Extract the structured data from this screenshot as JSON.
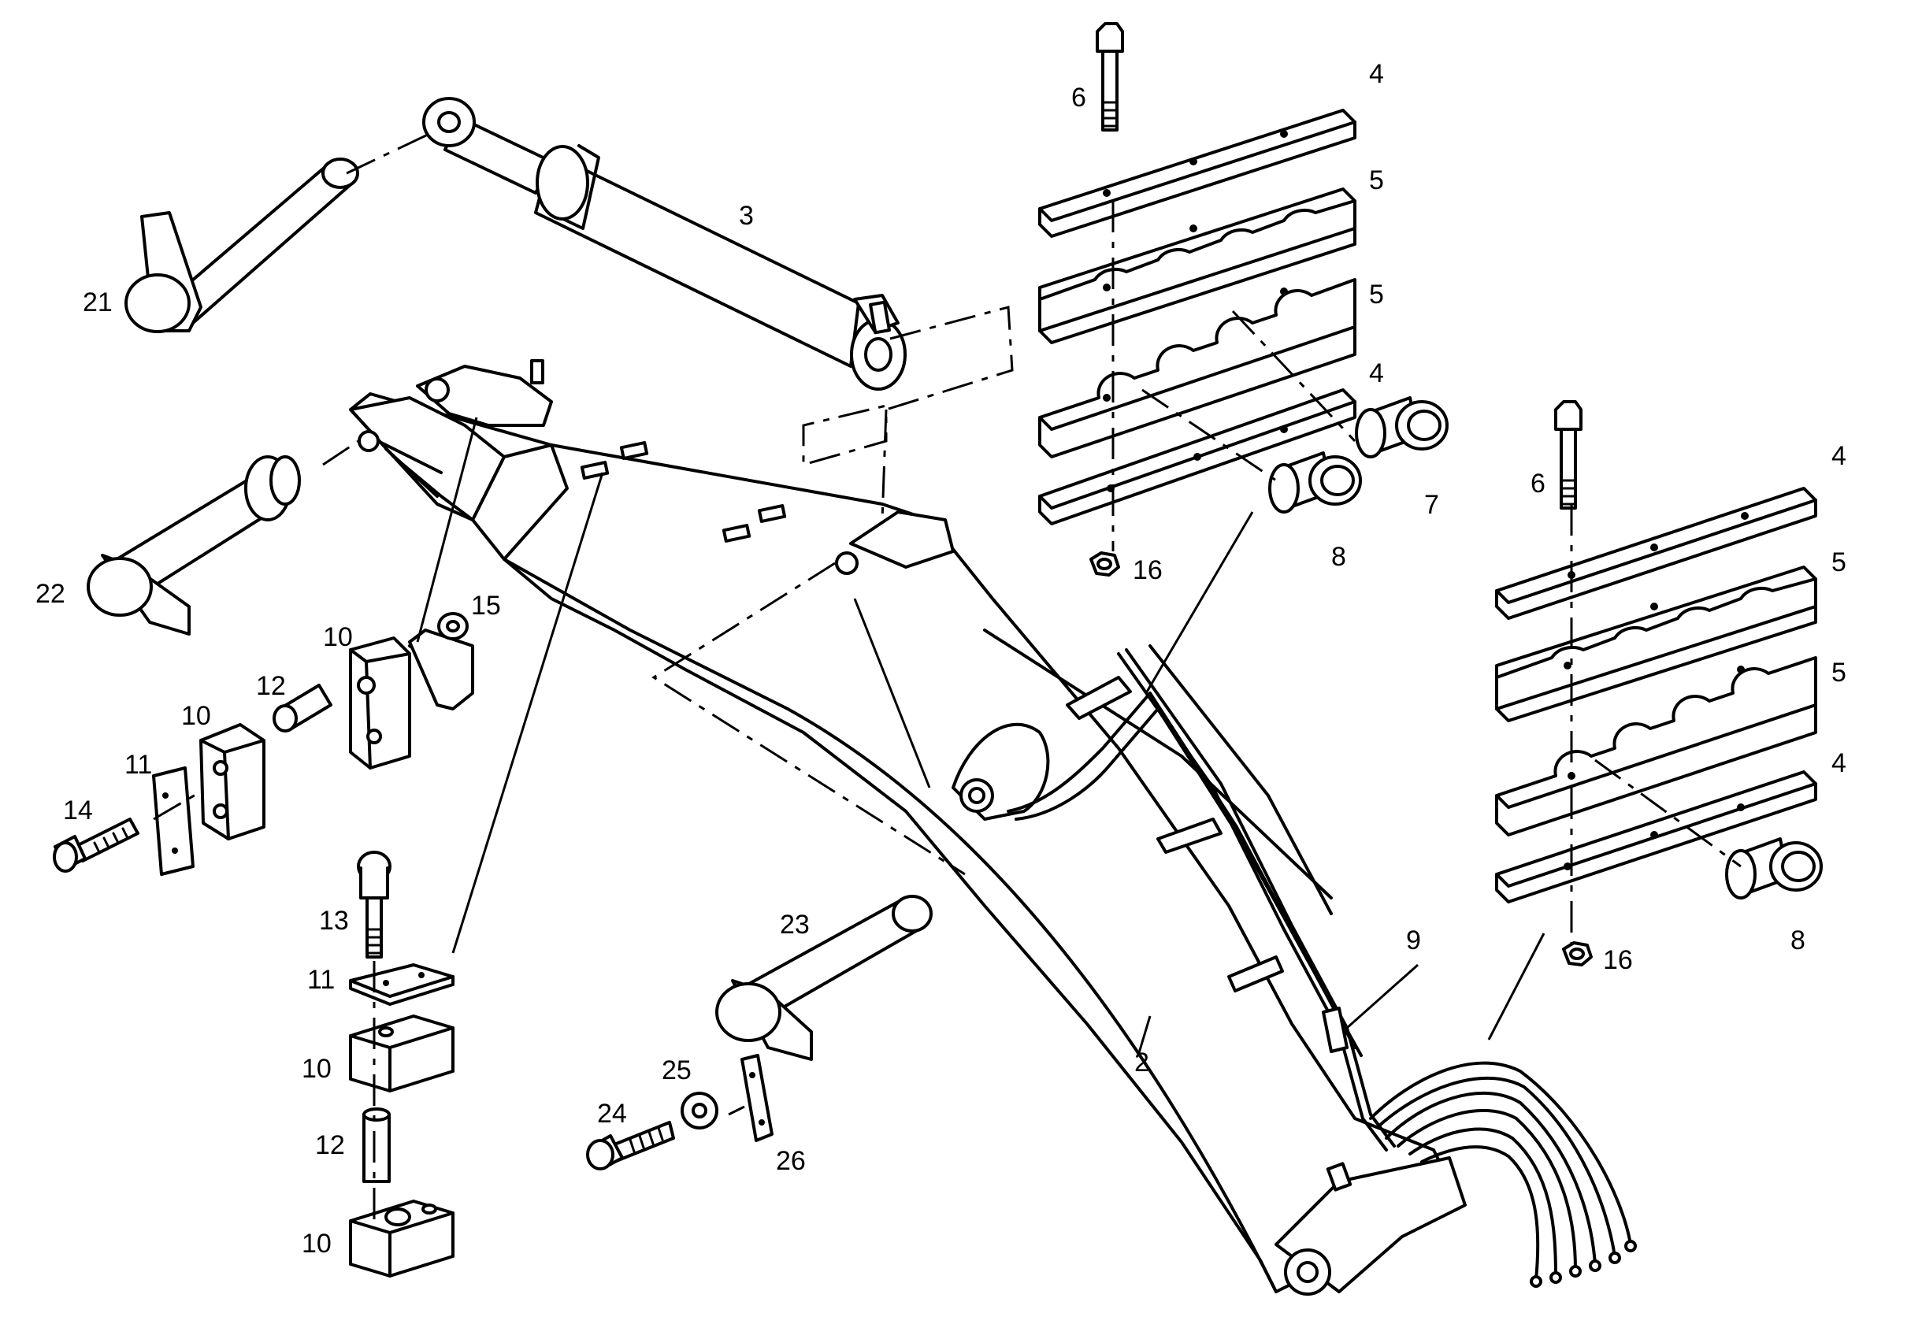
{
  "diagram": {
    "callouts": [
      {
        "id": "c21",
        "text": "21"
      },
      {
        "id": "c3",
        "text": "3"
      },
      {
        "id": "c22",
        "text": "22"
      },
      {
        "id": "c10a",
        "text": "10"
      },
      {
        "id": "c15",
        "text": "15"
      },
      {
        "id": "c12a",
        "text": "12"
      },
      {
        "id": "c10b",
        "text": "10"
      },
      {
        "id": "c11a",
        "text": "11"
      },
      {
        "id": "c14",
        "text": "14"
      },
      {
        "id": "c13",
        "text": "13"
      },
      {
        "id": "c11b",
        "text": "11"
      },
      {
        "id": "c10c",
        "text": "10"
      },
      {
        "id": "c12b",
        "text": "12"
      },
      {
        "id": "c10d",
        "text": "10"
      },
      {
        "id": "c23",
        "text": "23"
      },
      {
        "id": "c25",
        "text": "25"
      },
      {
        "id": "c24",
        "text": "24"
      },
      {
        "id": "c26",
        "text": "26"
      },
      {
        "id": "c2",
        "text": "2"
      },
      {
        "id": "c9",
        "text": "9"
      },
      {
        "id": "c6a",
        "text": "6"
      },
      {
        "id": "c4a",
        "text": "4"
      },
      {
        "id": "c5a",
        "text": "5"
      },
      {
        "id": "c5b",
        "text": "5"
      },
      {
        "id": "c4b",
        "text": "4"
      },
      {
        "id": "c7",
        "text": "7"
      },
      {
        "id": "c8a",
        "text": "8"
      },
      {
        "id": "c16a",
        "text": "16"
      },
      {
        "id": "c6b",
        "text": "6"
      },
      {
        "id": "c4c",
        "text": "4"
      },
      {
        "id": "c5c",
        "text": "5"
      },
      {
        "id": "c5d",
        "text": "5"
      },
      {
        "id": "c4d",
        "text": "4"
      },
      {
        "id": "c8b",
        "text": "8"
      },
      {
        "id": "c16b",
        "text": "16"
      }
    ]
  }
}
